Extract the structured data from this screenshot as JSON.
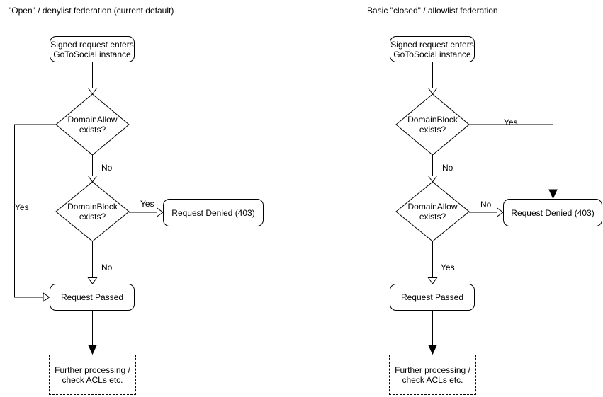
{
  "colors": {
    "stroke": "#000000",
    "text": "#000000",
    "background": "#ffffff"
  },
  "diagrams": [
    {
      "title": "\"Open\" / denylist federation (current default)",
      "nodes": {
        "start": "Signed request enters\nGoToSocial instance",
        "decision_top": "DomainAllow\nexists?",
        "decision_bottom": "DomainBlock\nexists?",
        "denied": "Request Denied (403)",
        "passed": "Request Passed",
        "further": "Further processing /\ncheck ACLs etc."
      },
      "edge_labels": {
        "top_side": "Yes",
        "top_down": "No",
        "bottom_side": "Yes",
        "bottom_down": "No"
      }
    },
    {
      "title": "Basic \"closed\" / allowlist federation",
      "nodes": {
        "start": "Signed request enters\nGoToSocial instance",
        "decision_top": "DomainBlock\nexists?",
        "decision_bottom": "DomainAllow\nexists?",
        "denied": "Request Denied (403)",
        "passed": "Request Passed",
        "further": "Further processing /\ncheck ACLs etc."
      },
      "edge_labels": {
        "top_side": "Yes",
        "top_down": "No",
        "bottom_side": "No",
        "bottom_down": "Yes"
      }
    }
  ]
}
